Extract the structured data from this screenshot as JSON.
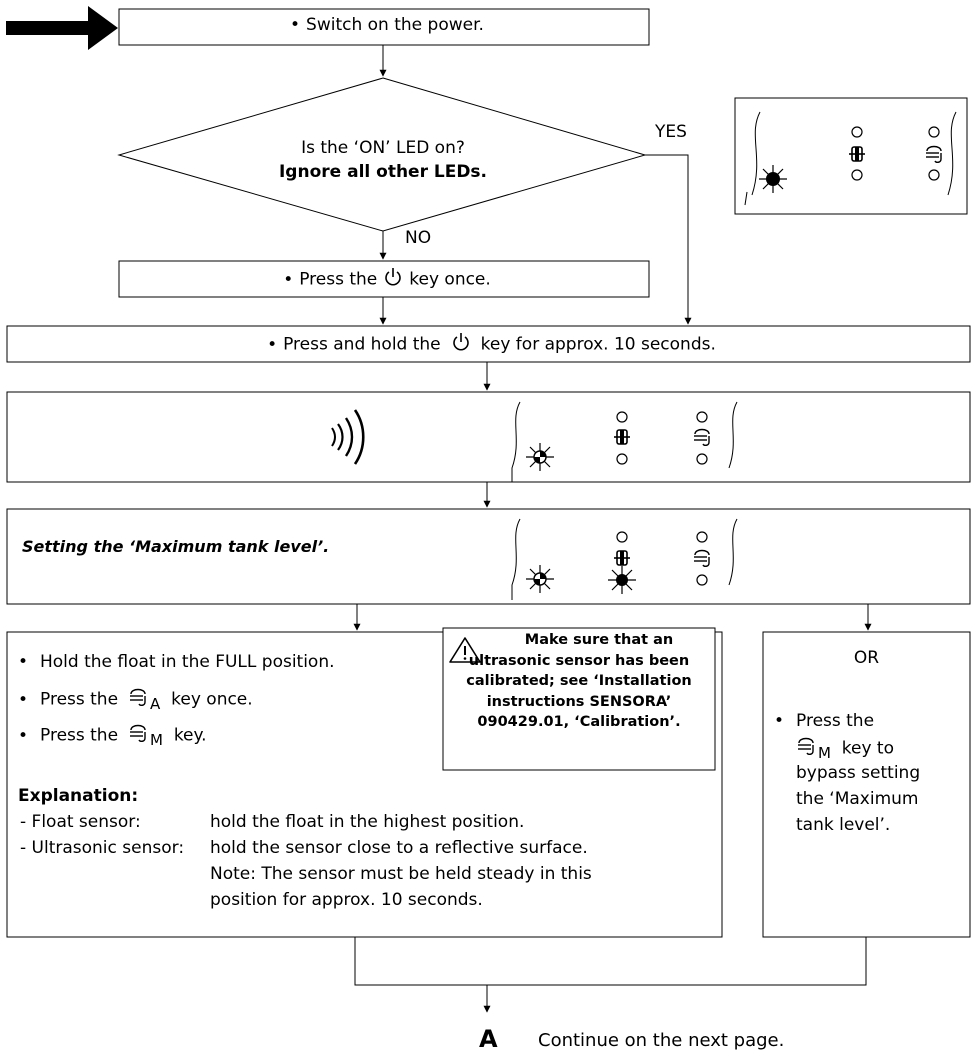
{
  "steps": {
    "power": "Switch on the power.",
    "question_line1": "Is the ‘ON’ LED on?",
    "question_line2": "Ignore all other LEDs.",
    "yes": "YES",
    "no": "NO",
    "press_once_a": "Press the",
    "press_once_b": "key once.",
    "hold_a": "Press and hold the",
    "hold_b": "key for approx. 10 seconds.",
    "setting_title": "Setting the ‘Maximum tank level’."
  },
  "left_box": {
    "b1": "Hold the float in the FULL position.",
    "b2a": "Press the",
    "b2b": "key once.",
    "b2_sub": "A",
    "b3a": "Press the",
    "b3b": "key.",
    "b3_sub": "M",
    "explanation_title": "Explanation:",
    "float_key": "- Float sensor:",
    "float_val": "hold the float in the highest position.",
    "ultra_key": "- Ultrasonic sensor:",
    "ultra_val": "hold the sensor close to a reflective surface.",
    "note1": "Note: The sensor must be held steady in this",
    "note2": "position for approx. 10 seconds."
  },
  "warning": {
    "l1": "Make sure that an",
    "l2": "ultrasonic sensor has been",
    "l3": "calibrated; see ‘Installation",
    "l4": "instructions SENSORA’",
    "l5": "090429.01, ‘Calibration’."
  },
  "right_box": {
    "or": "OR",
    "l1": "Press the",
    "l2b": "key to",
    "l2_sub": "M",
    "l3": "bypass setting",
    "l4": "the ‘Maximum",
    "l5": "tank level’."
  },
  "footer": {
    "connector": "A",
    "continue": "Continue on the next page."
  },
  "icons": {
    "power_key": "power-icon",
    "pump_key": "pump-cycle-icon",
    "float": "float-switch-icon",
    "beep": "sound-wave-icon",
    "warning": "warning-triangle-icon",
    "led_on": "led-on-icon",
    "led_blink": "led-blinking-icon"
  }
}
